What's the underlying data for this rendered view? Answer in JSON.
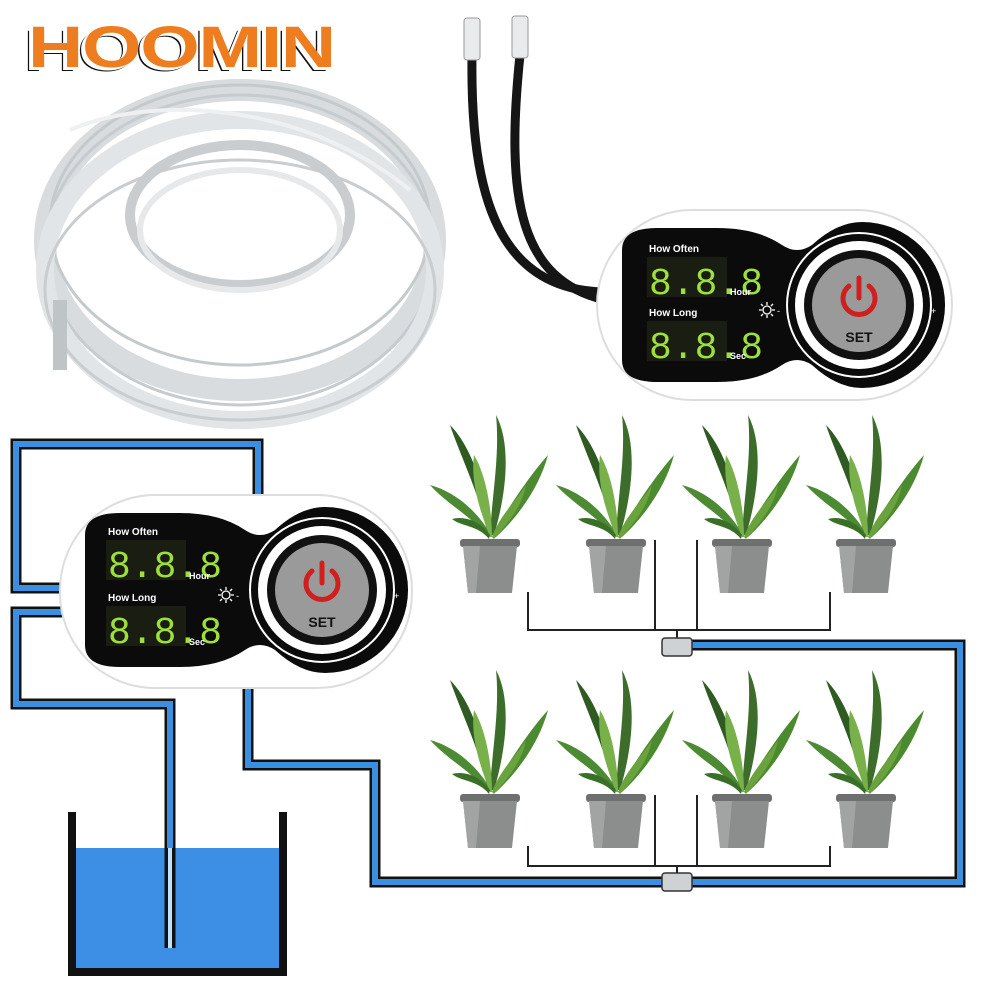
{
  "brand": {
    "name": "HOOMIN",
    "color": "#ee7d1f"
  },
  "device": {
    "how_often_label": "How Often",
    "how_long_label": "How Long",
    "display_digits": "8.8.8",
    "hour_unit": "Hour",
    "sec_unit": "Sec",
    "set_label": "SET",
    "minus": "-",
    "plus": "+",
    "icons": [
      "brightness-icon",
      "power-icon"
    ],
    "display_color": "#9ee03a",
    "power_color": "#d01f1f"
  },
  "pipe_color": "#3a8fe0",
  "water_color": "#3d8fe6"
}
